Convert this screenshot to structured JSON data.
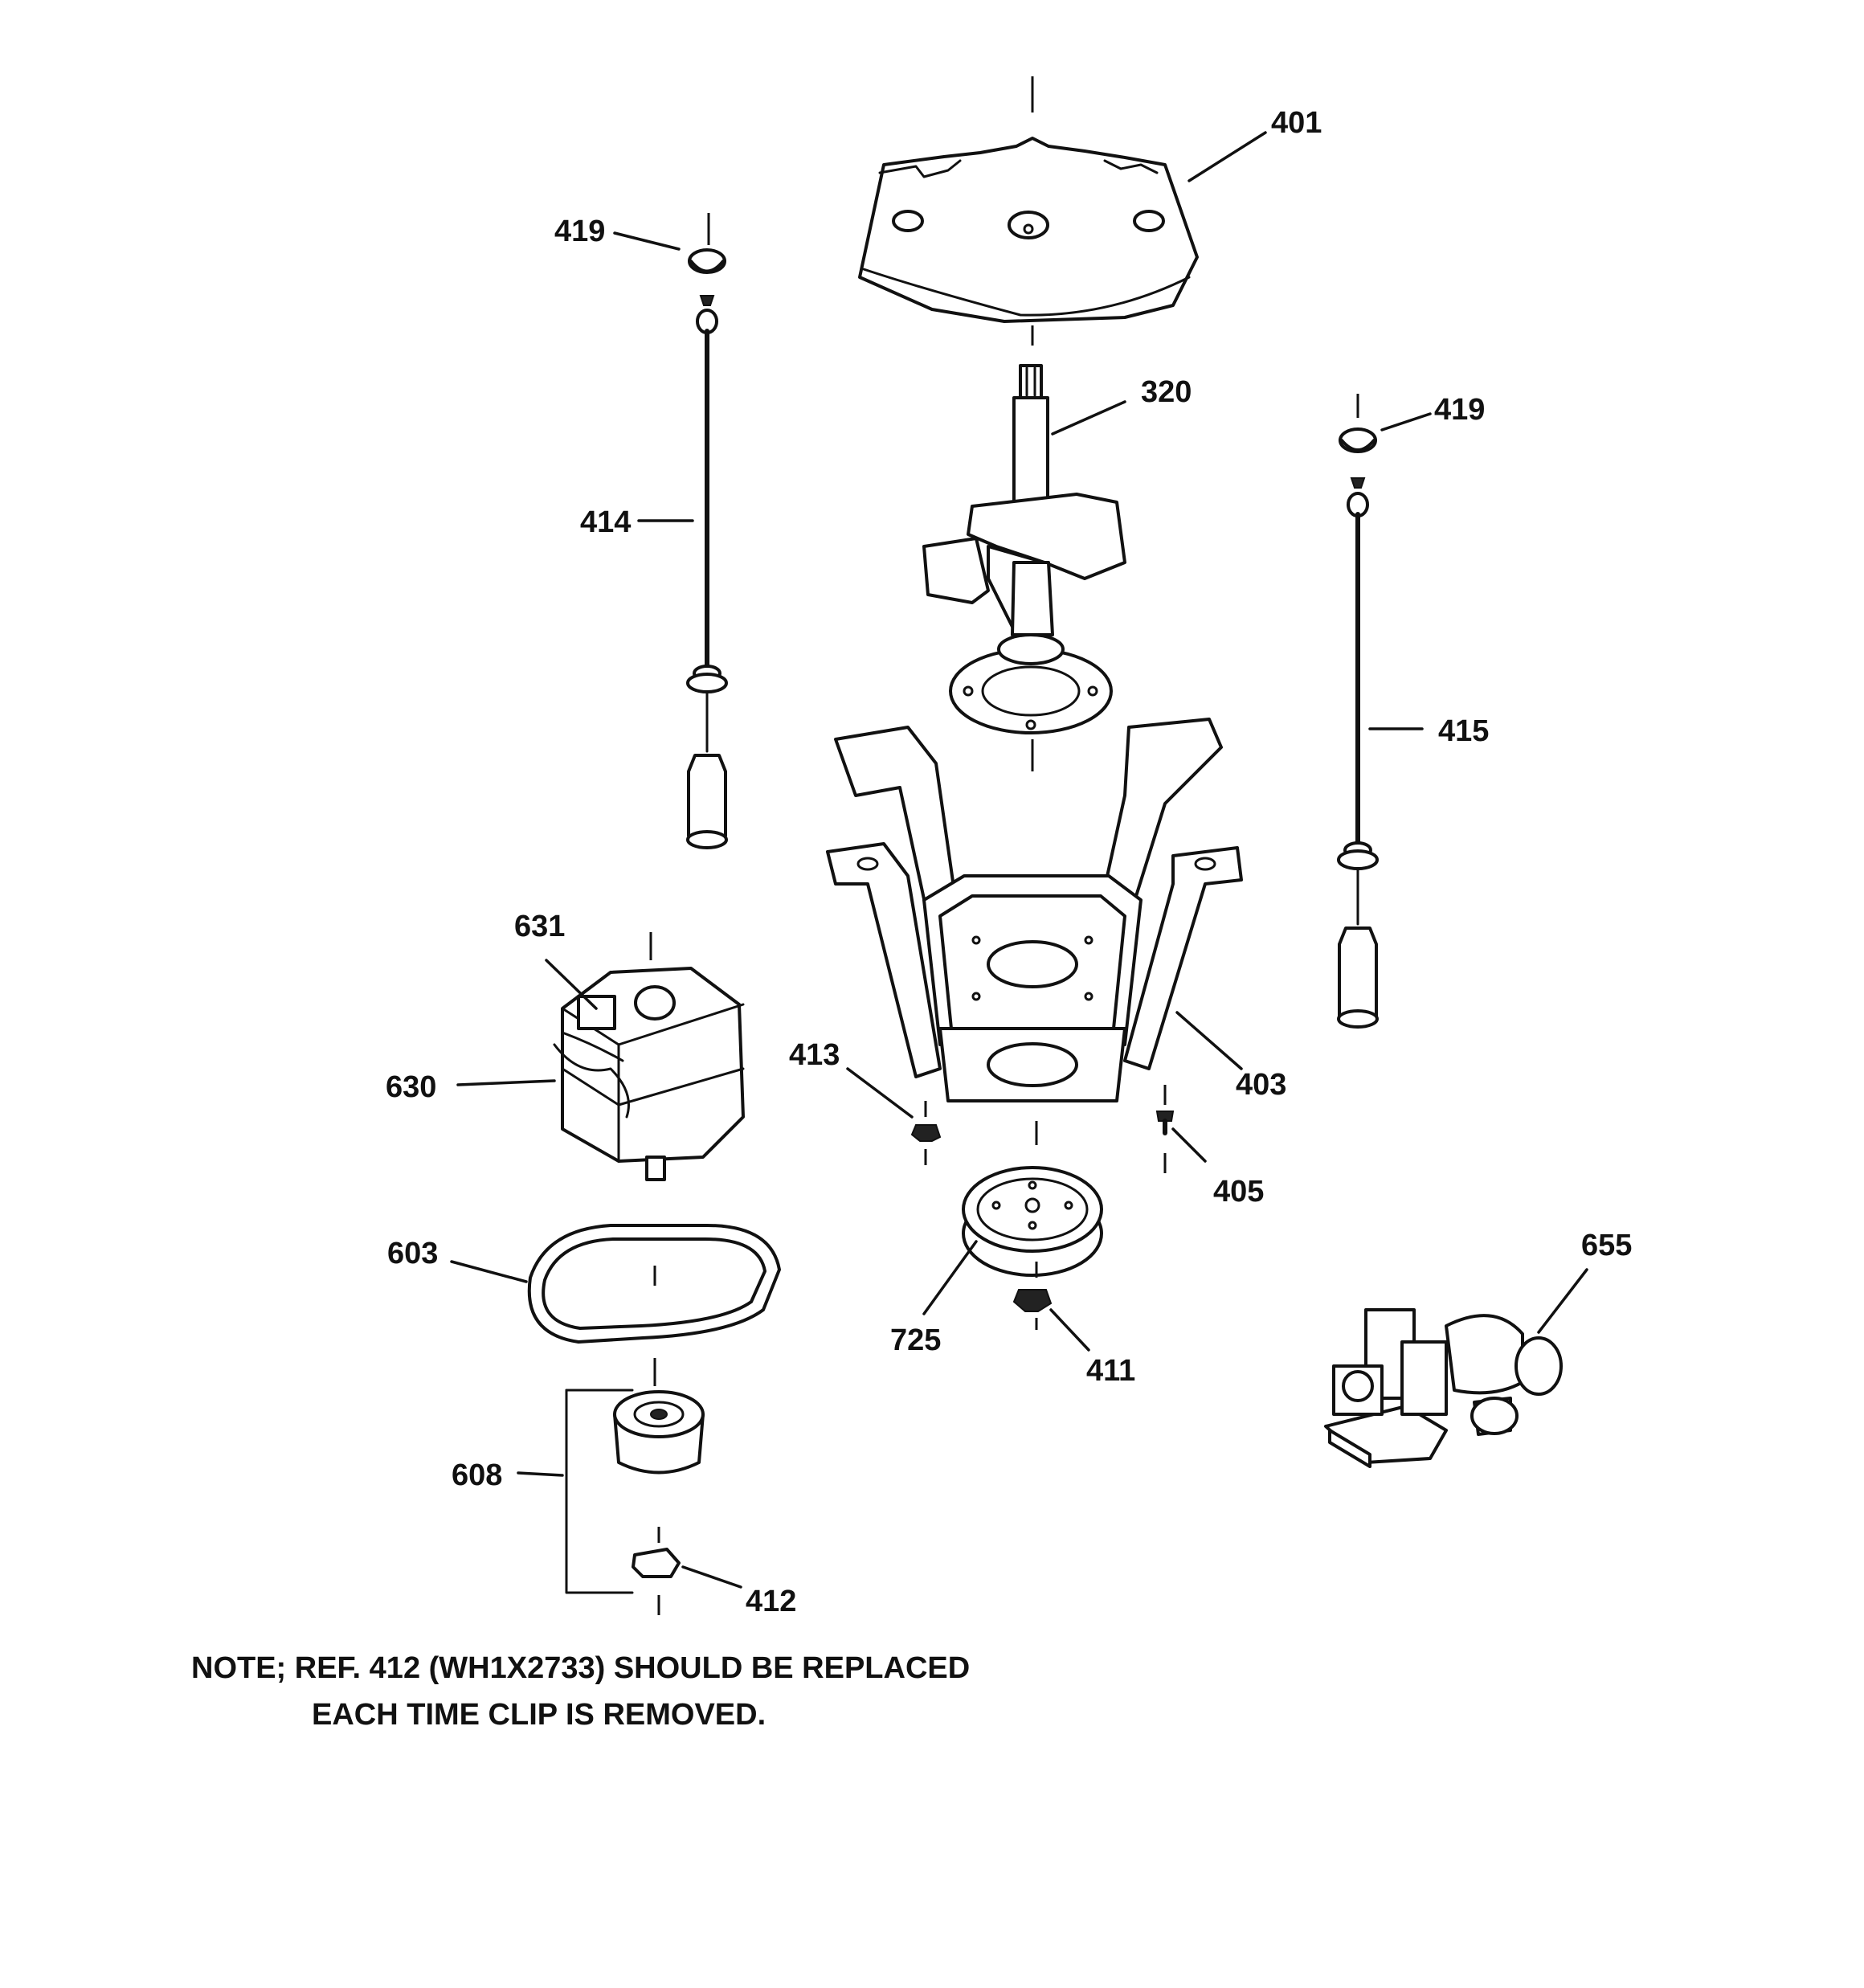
{
  "parts": {
    "p401": "401",
    "p419_left": "419",
    "p419_right": "419",
    "p320": "320",
    "p414": "414",
    "p415": "415",
    "p631": "631",
    "p630": "630",
    "p413": "413",
    "p403": "403",
    "p405": "405",
    "p603": "603",
    "p725": "725",
    "p411": "411",
    "p655": "655",
    "p608": "608",
    "p412": "412"
  },
  "note": {
    "line1": "NOTE; REF. 412 (WH1X2733) SHOULD BE REPLACED",
    "line2": "EACH TIME CLIP IS REMOVED."
  }
}
